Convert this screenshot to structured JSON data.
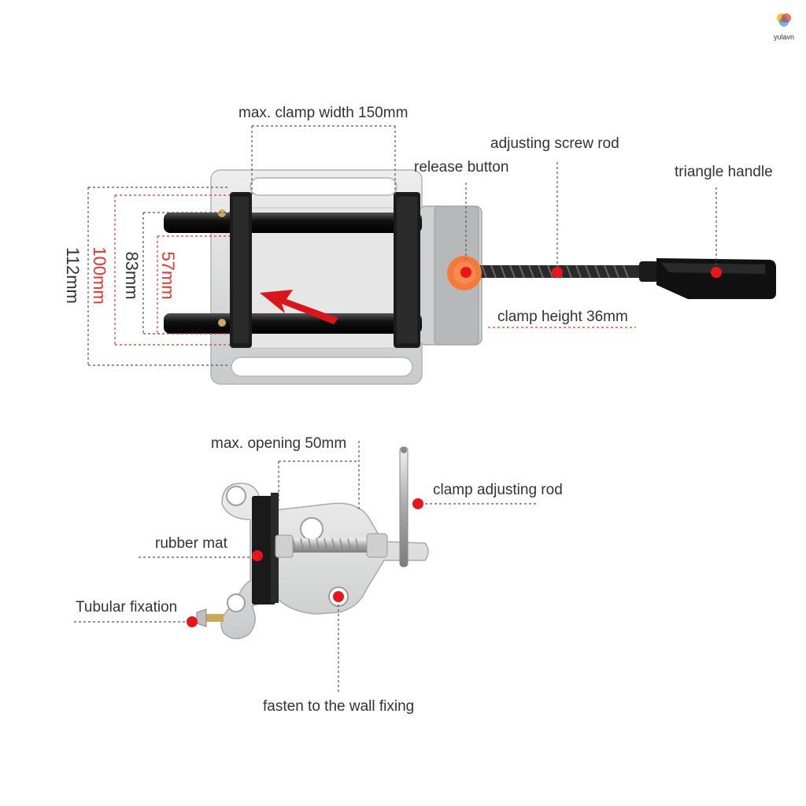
{
  "brand": {
    "name": "yulavn"
  },
  "top_view": {
    "labels": {
      "max_clamp_width": "max. clamp width 150mm",
      "adjusting_screw_rod": "adjusting screw rod",
      "release_button": "release button",
      "triangle_handle": "triangle handle",
      "clamp_height": "clamp height 36mm"
    },
    "dimensions": {
      "d112": "112mm",
      "d100": "100mm",
      "d83": "83mm",
      "d57": "57mm"
    }
  },
  "side_view": {
    "labels": {
      "max_opening": "max. opening 50mm",
      "clamp_adjusting_rod": "clamp adjusting rod",
      "rubber_mat": "rubber mat",
      "tubular_fixation": "Tubular fixation",
      "wall_fixing": "fasten to the wall fixing"
    }
  },
  "colors": {
    "marker_red": "#e8161b",
    "dimension_red": "#e8322a",
    "metal": "#d9dadb",
    "rubber": "#1a1a1a",
    "release_orange": "#f47a3a"
  }
}
